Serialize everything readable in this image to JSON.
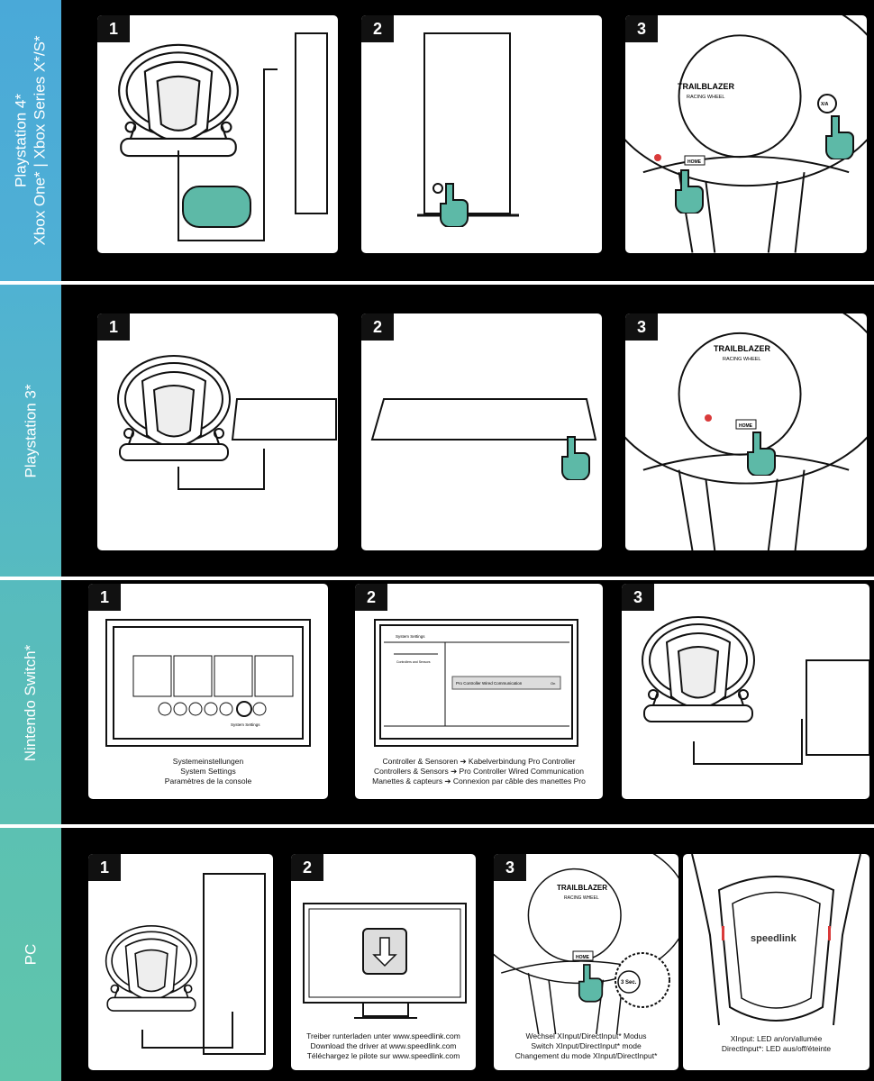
{
  "sections": [
    {
      "label_line1": "Playstation 4*",
      "label_line2": "Xbox One* | Xbox Series X*/S*"
    },
    {
      "label_line1": "Playstation 3*"
    },
    {
      "label_line1": "Nintendo Switch*"
    },
    {
      "label_line1": "PC"
    }
  ],
  "steps": [
    "1",
    "2",
    "3"
  ],
  "wheel": {
    "title": "TRAILBLAZER",
    "subtitle": "RACING WHEEL",
    "home": "HOME",
    "xa": "X/A",
    "brand": "speedlink"
  },
  "switch": {
    "settings_label": "System Settings",
    "menu_item": "Controllers and Sensors",
    "option": "Pro Controller Wired Communication",
    "option_state": "On",
    "caption1": [
      "Systemeinstellungen",
      "System Settings",
      "Paramètres de la console"
    ],
    "caption2": [
      "Controller & Sensoren ➔ Kabelverbindung Pro Controller",
      "Controllers & Sensors ➔ Pro Controller Wired Communication",
      "Manettes & capteurs ➔ Connexion par câble des manettes Pro"
    ]
  },
  "pc": {
    "timer": "3 Sec.",
    "caption2": [
      "Treiber runterladen unter www.speedlink.com",
      "Download the driver at www.speedlink.com",
      "Téléchargez le pilote sur www.speedlink.com"
    ],
    "caption3": [
      "Wechsel XInput/DirectInput* Modus",
      "Switch XInput/DirectInput* mode",
      "Changement du mode XInput/DirectInput*"
    ],
    "caption4": [
      "XInput: LED an/on/allumée",
      "DirectInput*: LED aus/off/éteinte"
    ]
  },
  "colors": {
    "sidebar_top": "#49a9d9",
    "sidebar_bottom": "#5fc4ad",
    "hand": "#5db9a7",
    "led": "#d93a3a"
  }
}
